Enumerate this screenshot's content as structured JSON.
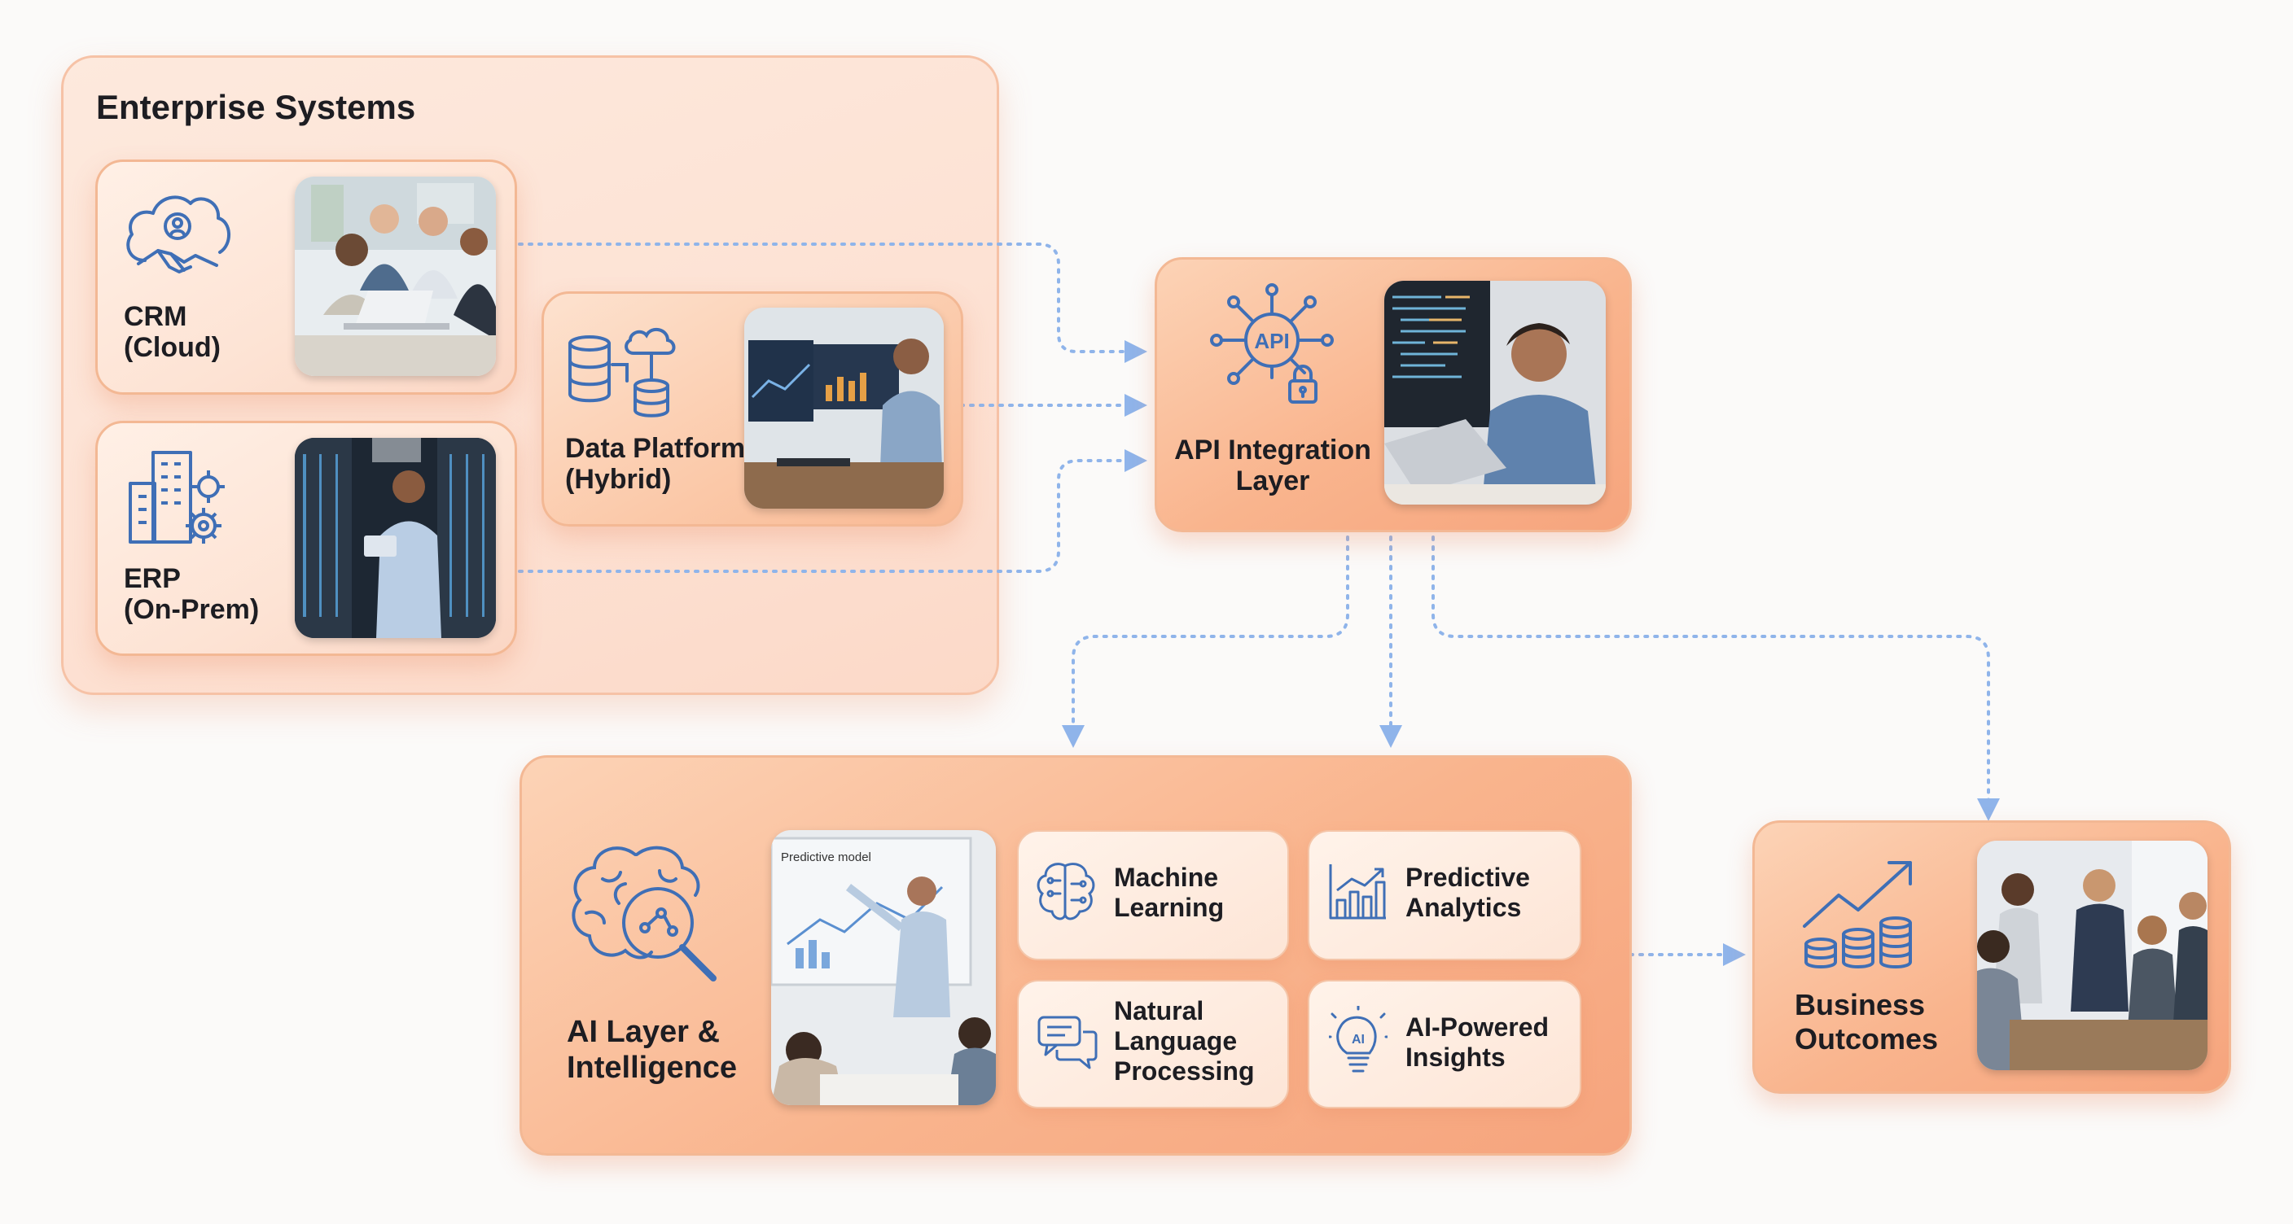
{
  "enterprise": {
    "title": "Enterprise Systems",
    "crm": {
      "line1": "CRM",
      "line2": "(Cloud)"
    },
    "erp": {
      "line1": "ERP",
      "line2": "(On-Prem)"
    },
    "data_platform": {
      "line1": "Data Platform",
      "line2": "(Hybrid)"
    }
  },
  "api": {
    "line1": "API Integration",
    "line2": "Layer",
    "badge": "API"
  },
  "ai": {
    "line1": "AI Layer &",
    "line2": "Intelligence",
    "screen_caption": "Predictive model",
    "capabilities": {
      "ml": {
        "line1": "Machine",
        "line2": "Learning"
      },
      "pa": {
        "line1": "Predictive",
        "line2": "Analytics"
      },
      "nlp": {
        "line1": "Natural",
        "line2": "Language",
        "line3": "Processing"
      },
      "insights": {
        "line1": "AI-Powered",
        "line2": "Insights",
        "badge": "AI"
      }
    }
  },
  "outcomes": {
    "line1": "Business",
    "line2": "Outcomes"
  },
  "colors": {
    "accent_blue": "#3f6fb6",
    "connector": "#8fb4ea",
    "card_orange": "#f9b994"
  }
}
